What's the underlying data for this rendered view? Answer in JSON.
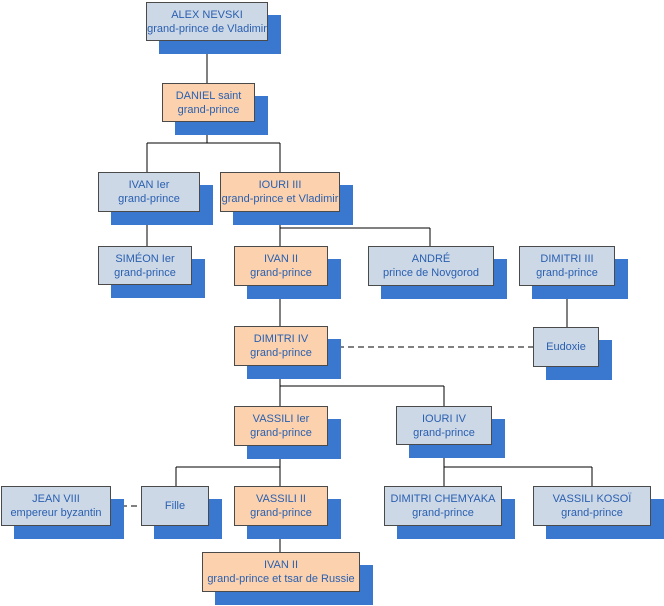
{
  "palette": {
    "blue_fill": "#ccd8e6",
    "orange_fill": "#fbd2ad",
    "shadow": "#3a78d0",
    "text": "#2a5fb0",
    "border": "#4a4a4a",
    "connector": "#000000"
  },
  "nodes": [
    {
      "id": "alex",
      "line1": "ALEX NEVSKI",
      "line2": "grand-prince de Vladimir",
      "color": "blue"
    },
    {
      "id": "daniel",
      "line1": "DANIEL saint",
      "line2": "grand-prince",
      "color": "orange"
    },
    {
      "id": "ivan1",
      "line1": "IVAN Ier",
      "line2": "grand-prince",
      "color": "blue"
    },
    {
      "id": "iouri3",
      "line1": "IOURI III",
      "line2": "grand-prince et Vladimir",
      "color": "orange"
    },
    {
      "id": "simeon",
      "line1": "SIMÉON Ier",
      "line2": "grand-prince",
      "color": "blue"
    },
    {
      "id": "ivan2a",
      "line1": "IVAN II",
      "line2": "grand-prince",
      "color": "orange"
    },
    {
      "id": "andre",
      "line1": "ANDRÉ",
      "line2": "prince de Novgorod",
      "color": "blue"
    },
    {
      "id": "dimitri3",
      "line1": "DIMITRI III",
      "line2": "grand-prince",
      "color": "blue"
    },
    {
      "id": "dimitri4",
      "line1": "DIMITRI IV",
      "line2": "grand-prince",
      "color": "orange"
    },
    {
      "id": "eudoxie",
      "line1": "Eudoxie",
      "line2": "",
      "color": "blue"
    },
    {
      "id": "vassili1",
      "line1": "VASSILI Ier",
      "line2": "grand-prince",
      "color": "orange"
    },
    {
      "id": "iouri4",
      "line1": "IOURI IV",
      "line2": "grand-prince",
      "color": "blue"
    },
    {
      "id": "jean8",
      "line1": "JEAN VIII",
      "line2": "empereur byzantin",
      "color": "blue"
    },
    {
      "id": "fille",
      "line1": "Fille",
      "line2": "",
      "color": "blue"
    },
    {
      "id": "vassili2",
      "line1": "VASSILI II",
      "line2": "grand-prince",
      "color": "orange"
    },
    {
      "id": "dimitri_chemyaka",
      "line1": "DIMITRI CHEMYAKA",
      "line2": "grand-prince",
      "color": "blue"
    },
    {
      "id": "vassili_kosoi",
      "line1": "VASSILI KOSOÏ",
      "line2": "grand-prince",
      "color": "blue"
    },
    {
      "id": "ivan2b",
      "line1": "IVAN II",
      "line2": "grand-prince et tsar de Russie",
      "color": "orange"
    }
  ],
  "edges": [
    {
      "from": "alex",
      "to": "daniel",
      "style": "solid"
    },
    {
      "from": "daniel",
      "to": "ivan1",
      "style": "solid"
    },
    {
      "from": "daniel",
      "to": "iouri3",
      "style": "solid"
    },
    {
      "from": "ivan1",
      "to": "simeon",
      "style": "solid"
    },
    {
      "from": "iouri3",
      "to": "ivan2a",
      "style": "solid"
    },
    {
      "from": "iouri3",
      "to": "andre",
      "style": "solid"
    },
    {
      "from": "ivan2a",
      "to": "dimitri4",
      "style": "solid"
    },
    {
      "from": "dimitri3",
      "to": "eudoxie",
      "style": "solid"
    },
    {
      "from": "dimitri4",
      "to": "eudoxie",
      "style": "dashed"
    },
    {
      "from": "dimitri4",
      "to": "vassili1",
      "style": "solid"
    },
    {
      "from": "dimitri4",
      "to": "iouri4",
      "style": "solid"
    },
    {
      "from": "vassili1",
      "to": "fille",
      "style": "solid"
    },
    {
      "from": "vassili1",
      "to": "vassili2",
      "style": "solid"
    },
    {
      "from": "jean8",
      "to": "fille",
      "style": "dashed"
    },
    {
      "from": "iouri4",
      "to": "dimitri_chemyaka",
      "style": "solid"
    },
    {
      "from": "iouri4",
      "to": "vassili_kosoi",
      "style": "solid"
    },
    {
      "from": "vassili2",
      "to": "ivan2b",
      "style": "solid"
    }
  ]
}
